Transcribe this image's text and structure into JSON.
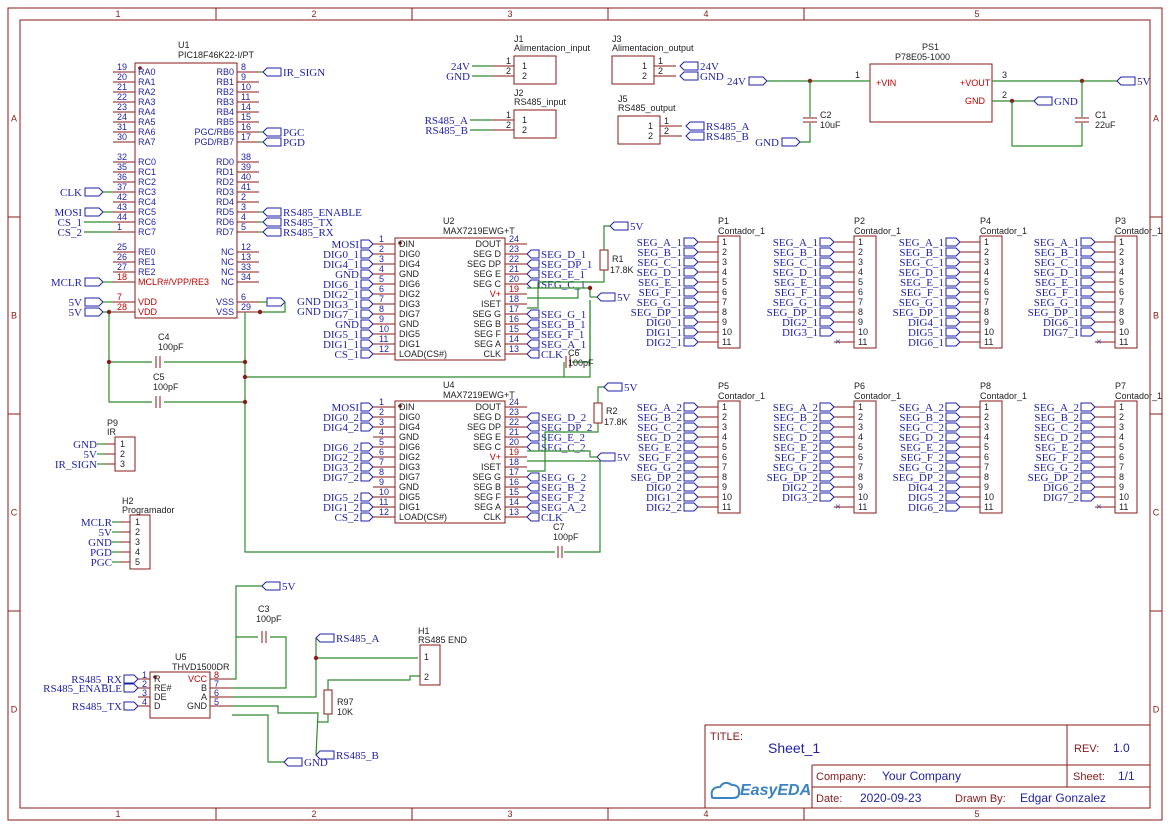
{
  "grid": {
    "cols": [
      "1",
      "2",
      "3",
      "4",
      "5"
    ],
    "rows": [
      "A",
      "B",
      "C",
      "D"
    ]
  },
  "title_block": {
    "title_label": "TITLE:",
    "title": "Sheet_1",
    "rev_label": "REV:",
    "rev": "1.0",
    "company_label": "Company:",
    "company": "Your Company",
    "sheet_label": "Sheet:",
    "sheet": "1/1",
    "date_label": "Date:",
    "date": "2020-09-23",
    "drawn_label": "Drawn By:",
    "drawn": "Edgar Gonzalez",
    "logo": "EasyEDA"
  },
  "u1": {
    "ref": "U1",
    "part": "PIC18F46K22-I/PT",
    "left_pins": [
      {
        "num": "19",
        "name": "RA0"
      },
      {
        "num": "20",
        "name": "RA1"
      },
      {
        "num": "21",
        "name": "RA2"
      },
      {
        "num": "22",
        "name": "RA3"
      },
      {
        "num": "23",
        "name": "RA4"
      },
      {
        "num": "24",
        "name": "RA5"
      },
      {
        "num": "31",
        "name": "RA6"
      },
      {
        "num": "30",
        "name": "RA7"
      },
      {
        "num": "32",
        "name": "RC0"
      },
      {
        "num": "35",
        "name": "RC1"
      },
      {
        "num": "36",
        "name": "RC2"
      },
      {
        "num": "37",
        "name": "RC3"
      },
      {
        "num": "42",
        "name": "RC4"
      },
      {
        "num": "43",
        "name": "RC5"
      },
      {
        "num": "44",
        "name": "RC6"
      },
      {
        "num": "1",
        "name": "RC7"
      },
      {
        "num": "25",
        "name": "RE0"
      },
      {
        "num": "26",
        "name": "RE1"
      },
      {
        "num": "27",
        "name": "RE2"
      },
      {
        "num": "18",
        "name": "MCLR#/VPP/RE3"
      },
      {
        "num": "7",
        "name": "VDD"
      },
      {
        "num": "28",
        "name": "VDD"
      }
    ],
    "right_pins": [
      {
        "num": "8",
        "name": "RB0"
      },
      {
        "num": "9",
        "name": "RB1"
      },
      {
        "num": "10",
        "name": "RB2"
      },
      {
        "num": "11",
        "name": "RB3"
      },
      {
        "num": "14",
        "name": "RB4"
      },
      {
        "num": "15",
        "name": "RB5"
      },
      {
        "num": "16",
        "name": "PGC/RB6"
      },
      {
        "num": "17",
        "name": "PGD/RB7"
      },
      {
        "num": "38",
        "name": "RD0"
      },
      {
        "num": "39",
        "name": "RD1"
      },
      {
        "num": "40",
        "name": "RD2"
      },
      {
        "num": "41",
        "name": "RD3"
      },
      {
        "num": "2",
        "name": "RD4"
      },
      {
        "num": "3",
        "name": "RD5"
      },
      {
        "num": "4",
        "name": "RD6"
      },
      {
        "num": "5",
        "name": "RD7"
      },
      {
        "num": "12",
        "name": "NC"
      },
      {
        "num": "13",
        "name": "NC"
      },
      {
        "num": "33",
        "name": "NC"
      },
      {
        "num": "34",
        "name": "NC"
      },
      {
        "num": "6",
        "name": "VSS"
      },
      {
        "num": "29",
        "name": "VSS"
      }
    ],
    "left_nets": {
      "clk": "CLK",
      "mosi": "MOSI",
      "cs1": "CS_1",
      "cs2": "CS_2",
      "mclr": "MCLR",
      "v1": "5V",
      "v2": "5V"
    },
    "right_nets": {
      "ir": "IR_SIGN",
      "pgc": "PGC",
      "pgd": "PGD",
      "en": "RS485_ENABLE",
      "tx": "RS485_TX",
      "rx": "RS485_RX",
      "g1": "GND",
      "g2": "GND"
    }
  },
  "connectors": {
    "j1": {
      "ref": "J1",
      "name": "Alimentacion_input",
      "nets": [
        "24V",
        "GND"
      ]
    },
    "j2": {
      "ref": "J2",
      "name": "RS485_input",
      "nets": [
        "RS485_A",
        "RS485_B"
      ]
    },
    "j3": {
      "ref": "J3",
      "name": "Alimentacion_output",
      "nets": [
        "24V",
        "GND"
      ]
    },
    "j5": {
      "ref": "J5",
      "name": "RS485_output",
      "nets": [
        "RS485_A",
        "RS485_B"
      ]
    }
  },
  "ps1": {
    "ref": "PS1",
    "part": "P78E05-1000",
    "vin": "+VIN",
    "vout": "+VOUT",
    "gnd": "GND",
    "in_net": "24V",
    "out_net": "5V",
    "gnd_net": "GND",
    "gnd2": "GND",
    "pin1": "1",
    "pin2": "2",
    "pin3": "3"
  },
  "caps": {
    "c1": {
      "ref": "C1",
      "val": "22uF"
    },
    "c2": {
      "ref": "C2",
      "val": "10uF"
    },
    "c3": {
      "ref": "C3",
      "val": "100pF"
    },
    "c4": {
      "ref": "C4",
      "val": "100pF"
    },
    "c5": {
      "ref": "C5",
      "val": "100pF"
    },
    "c6": {
      "ref": "C6",
      "val": "100pF"
    },
    "c7": {
      "ref": "C7",
      "val": "100pF"
    }
  },
  "res": {
    "r1": {
      "ref": "R1",
      "val": "17.8K",
      "net": "5V"
    },
    "r2": {
      "ref": "R2",
      "val": "17.8K",
      "net": "5V"
    },
    "r97": {
      "ref": "R97",
      "val": "10K"
    }
  },
  "u2": {
    "ref": "U2",
    "part": "MAX7219EWG+T",
    "left": [
      {
        "num": "1",
        "name": "DIN",
        "net": "MOSI"
      },
      {
        "num": "2",
        "name": "DIG0",
        "net": "DIG0_1"
      },
      {
        "num": "3",
        "name": "DIG4",
        "net": "DIG4_1"
      },
      {
        "num": "4",
        "name": "GND",
        "net": "GND"
      },
      {
        "num": "5",
        "name": "DIG6",
        "net": "DIG6_1"
      },
      {
        "num": "6",
        "name": "DIG2",
        "net": "DIG2_1"
      },
      {
        "num": "7",
        "name": "DIG3",
        "net": "DIG3_1"
      },
      {
        "num": "8",
        "name": "DIG7",
        "net": "DIG7_1"
      },
      {
        "num": "9",
        "name": "GND",
        "net": "GND"
      },
      {
        "num": "10",
        "name": "DIG5",
        "net": "DIG5_1"
      },
      {
        "num": "11",
        "name": "DIG1",
        "net": "DIG1_1"
      },
      {
        "num": "12",
        "name": "LOAD(CS#)",
        "net": "CS_1"
      }
    ],
    "right": [
      {
        "num": "24",
        "name": "DOUT",
        "net": ""
      },
      {
        "num": "23",
        "name": "SEG D",
        "net": "SEG_D_1"
      },
      {
        "num": "22",
        "name": "SEG DP",
        "net": "SEG_DP_1"
      },
      {
        "num": "21",
        "name": "SEG E",
        "net": "SEG_E_1"
      },
      {
        "num": "20",
        "name": "SEG C",
        "net": "SEG_C_1"
      },
      {
        "num": "19",
        "name": "V+",
        "net": "5V"
      },
      {
        "num": "18",
        "name": "ISET",
        "net": ""
      },
      {
        "num": "17",
        "name": "SEG G",
        "net": "SEG_G_1"
      },
      {
        "num": "16",
        "name": "SEG B",
        "net": "SEG_B_1"
      },
      {
        "num": "15",
        "name": "SEG F",
        "net": "SEG_F_1"
      },
      {
        "num": "14",
        "name": "SEG A",
        "net": "SEG_A_1"
      },
      {
        "num": "13",
        "name": "CLK",
        "net": "CLK"
      }
    ]
  },
  "u4": {
    "ref": "U4",
    "part": "MAX7219EWG+T",
    "left": [
      {
        "num": "1",
        "name": "DIN",
        "net": "MOSI"
      },
      {
        "num": "2",
        "name": "DIG0",
        "net": "DIG0_2"
      },
      {
        "num": "3",
        "name": "DIG4",
        "net": "DIG4_2"
      },
      {
        "num": "4",
        "name": "GND",
        "net": ""
      },
      {
        "num": "5",
        "name": "DIG6",
        "net": "DIG6_2"
      },
      {
        "num": "6",
        "name": "DIG2",
        "net": "DIG2_2"
      },
      {
        "num": "7",
        "name": "DIG3",
        "net": "DIG3_2"
      },
      {
        "num": "8",
        "name": "DIG7",
        "net": "DIG7_2"
      },
      {
        "num": "9",
        "name": "GND",
        "net": ""
      },
      {
        "num": "10",
        "name": "DIG5",
        "net": "DIG5_2"
      },
      {
        "num": "11",
        "name": "DIG1",
        "net": "DIG1_2"
      },
      {
        "num": "12",
        "name": "LOAD(CS#)",
        "net": "CS_2"
      }
    ],
    "right": [
      {
        "num": "24",
        "name": "DOUT",
        "net": ""
      },
      {
        "num": "23",
        "name": "SEG D",
        "net": "SEG_D_2"
      },
      {
        "num": "22",
        "name": "SEG DP",
        "net": "SEG_DP_2"
      },
      {
        "num": "21",
        "name": "SEG E",
        "net": "SEG_E_2"
      },
      {
        "num": "20",
        "name": "SEG C",
        "net": "SEG_C_2"
      },
      {
        "num": "19",
        "name": "V+",
        "net": "5V"
      },
      {
        "num": "18",
        "name": "ISET",
        "net": ""
      },
      {
        "num": "17",
        "name": "SEG G",
        "net": "SEG_G_2"
      },
      {
        "num": "16",
        "name": "SEG B",
        "net": "SEG_B_2"
      },
      {
        "num": "15",
        "name": "SEG F",
        "net": "SEG_F_2"
      },
      {
        "num": "14",
        "name": "SEG A",
        "net": "SEG_A_2"
      },
      {
        "num": "13",
        "name": "CLK",
        "net": "CLK"
      }
    ]
  },
  "counters": [
    {
      "ref": "P1",
      "name": "Contador_1",
      "nets": [
        "SEG_A_1",
        "SEG_B_1",
        "SEG_C_1",
        "SEG_D_1",
        "SEG_E_1",
        "SEG_F_1",
        "SEG_G_1",
        "SEG_DP_1",
        "DIG0_1",
        "DIG1_1",
        "DIG2_1"
      ]
    },
    {
      "ref": "P2",
      "name": "Contador_1",
      "nets": [
        "SEG_A_1",
        "SEG_B_1",
        "SEG_C_1",
        "SEG_D_1",
        "SEG_E_1",
        "SEG_F_1",
        "SEG_G_1",
        "SEG_DP_1",
        "DIG2_1",
        "DIG3_1",
        ""
      ]
    },
    {
      "ref": "P4",
      "name": "Contador_1",
      "nets": [
        "SEG_A_1",
        "SEG_B_1",
        "SEG_C_1",
        "SEG_D_1",
        "SEG_E_1",
        "SEG_F_1",
        "SEG_G_1",
        "SEG_DP_1",
        "DIG4_1",
        "DIG5_1",
        "DIG6_1"
      ]
    },
    {
      "ref": "P3",
      "name": "Contador_1",
      "nets": [
        "SEG_A_1",
        "SEG_B_1",
        "SEG_C_1",
        "SEG_D_1",
        "SEG_E_1",
        "SEG_F_1",
        "SEG_G_1",
        "SEG_DP_1",
        "DIG6_1",
        "DIG7_1",
        ""
      ]
    },
    {
      "ref": "P5",
      "name": "Contador_1",
      "nets": [
        "SEG_A_2",
        "SEG_B_2",
        "SEG_C_2",
        "SEG_D_2",
        "SEG_E_2",
        "SEG_F_2",
        "SEG_G_2",
        "SEG_DP_2",
        "DIG0_2",
        "DIG1_2",
        "DIG2_2"
      ]
    },
    {
      "ref": "P6",
      "name": "Contador_1",
      "nets": [
        "SEG_A_2",
        "SEG_B_2",
        "SEG_C_2",
        "SEG_D_2",
        "SEG_E_2",
        "SEG_F_2",
        "SEG_G_2",
        "SEG_DP_2",
        "DIG2_2",
        "DIG3_2",
        ""
      ]
    },
    {
      "ref": "P8",
      "name": "Contador_1",
      "nets": [
        "SEG_A_2",
        "SEG_B_2",
        "SEG_C_2",
        "SEG_D_2",
        "SEG_E_2",
        "SEG_F_2",
        "SEG_G_2",
        "SEG_DP_2",
        "DIG4_2",
        "DIG5_2",
        "DIG6_2"
      ]
    },
    {
      "ref": "P7",
      "name": "Contador_1",
      "nets": [
        "SEG_A_2",
        "SEG_B_2",
        "SEG_C_2",
        "SEG_D_2",
        "SEG_E_2",
        "SEG_F_2",
        "SEG_G_2",
        "SEG_DP_2",
        "DIG6_2",
        "DIG7_2",
        ""
      ]
    }
  ],
  "p9": {
    "ref": "P9",
    "name": "IR",
    "nets": [
      "GND",
      "5V",
      "IR_SIGN"
    ]
  },
  "h2": {
    "ref": "H2",
    "name": "Programador",
    "nets": [
      "MCLR",
      "5V",
      "GND",
      "PGD",
      "PGC"
    ]
  },
  "h1": {
    "ref": "H1",
    "name": "RS485 END"
  },
  "u5": {
    "ref": "U5",
    "part": "THVD1500DR",
    "left": [
      {
        "num": "1",
        "name": "R",
        "net": "RS485_RX"
      },
      {
        "num": "2",
        "name": "RE#",
        "net": "RS485_ENABLE"
      },
      {
        "num": "3",
        "name": "DE",
        "net": ""
      },
      {
        "num": "4",
        "name": "D",
        "net": "RS485_TX"
      }
    ],
    "right": [
      {
        "num": "8",
        "name": "VCC"
      },
      {
        "num": "7",
        "name": "B"
      },
      {
        "num": "6",
        "name": "A"
      },
      {
        "num": "5",
        "name": "GND"
      }
    ],
    "nets": {
      "v": "5V",
      "a": "RS485_A",
      "b": "RS485_B",
      "gnd": "GND"
    }
  }
}
